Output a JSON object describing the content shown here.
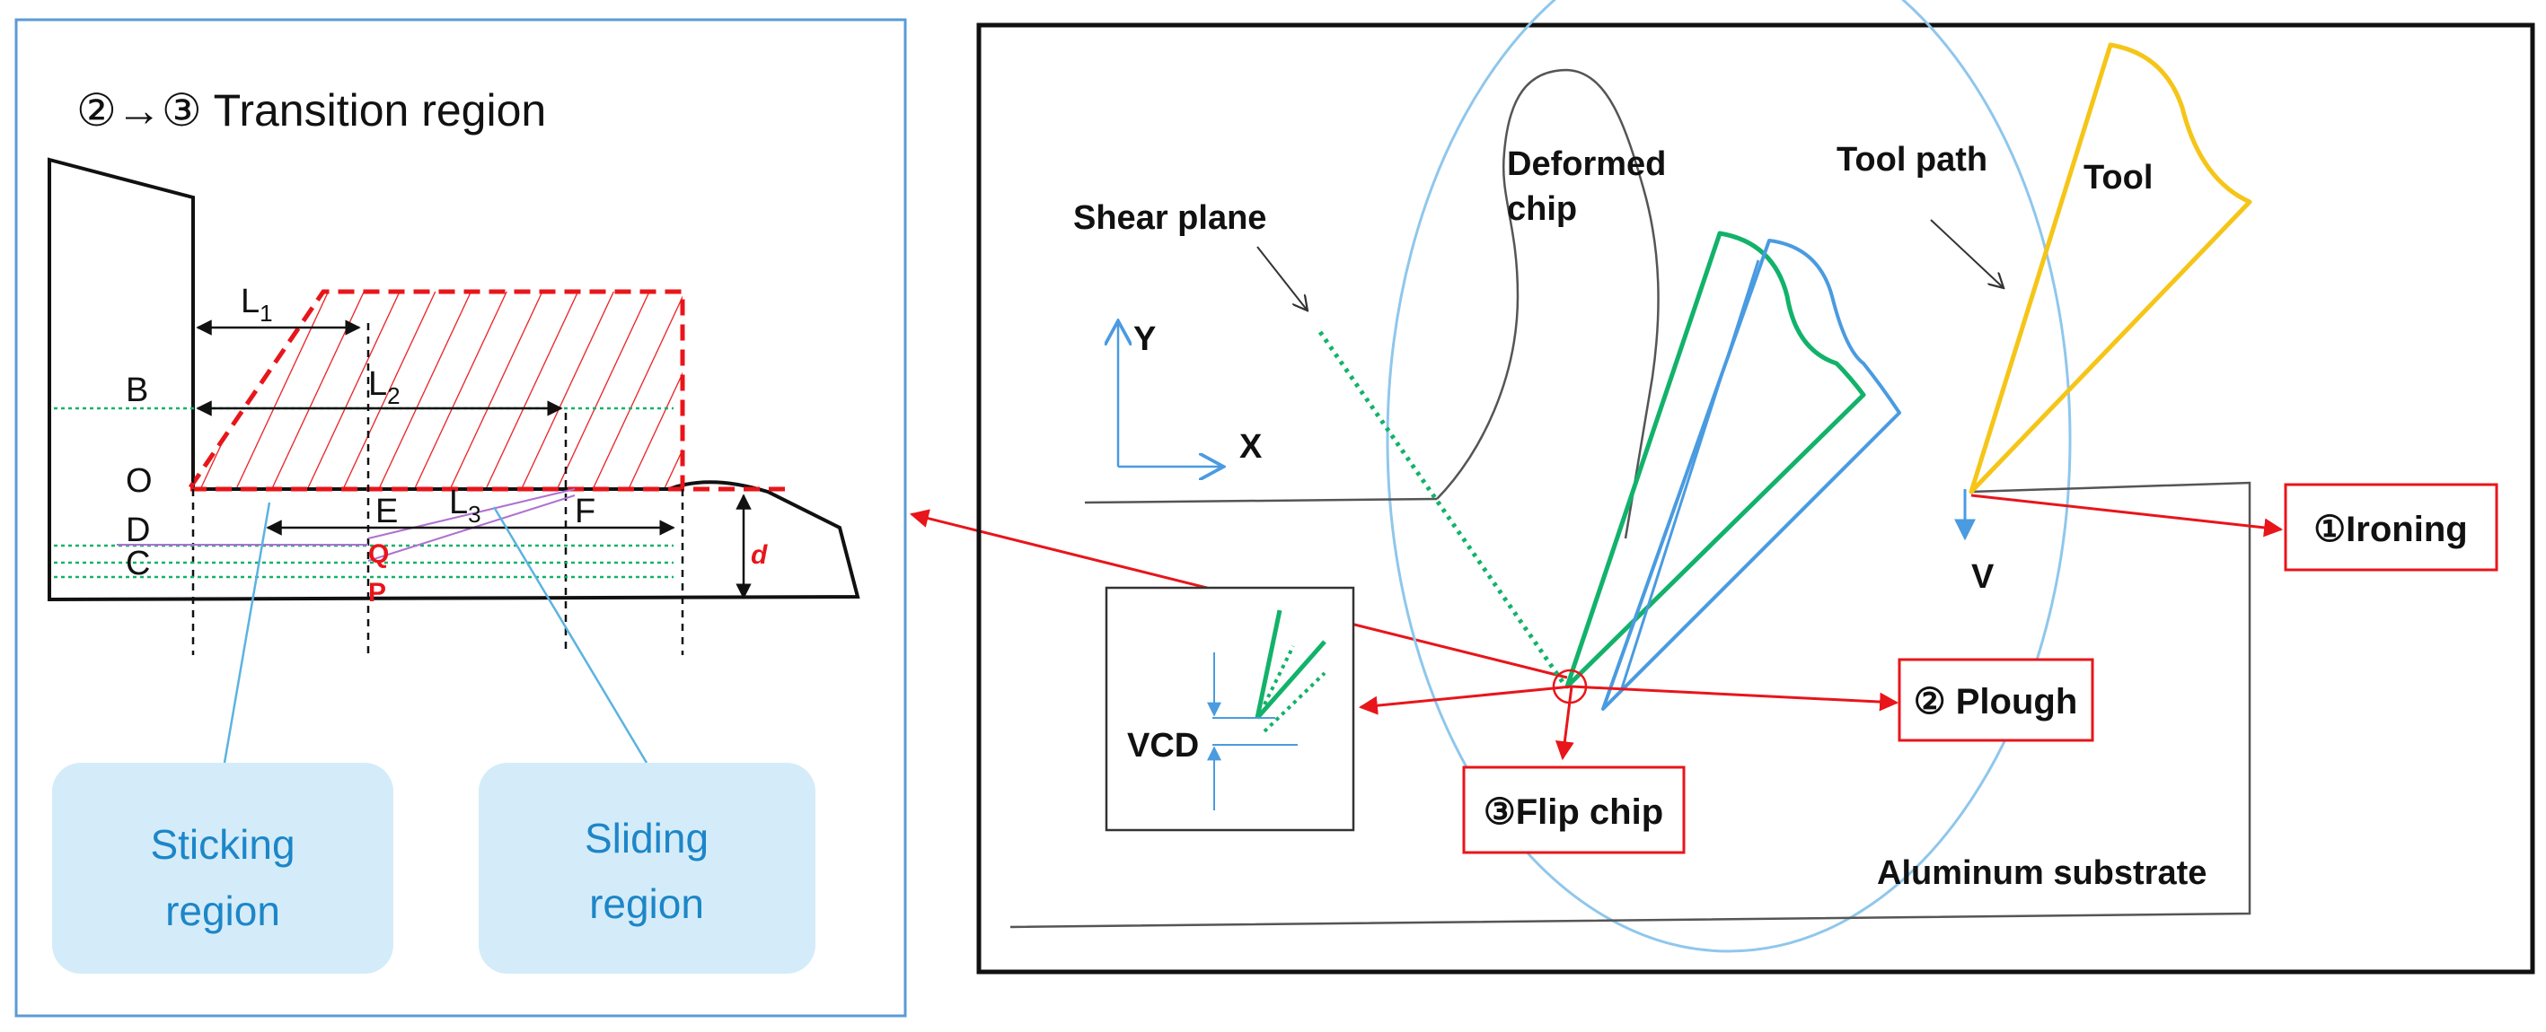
{
  "left_panel": {
    "title": "②→③ Transition region",
    "labels": {
      "L1": "L",
      "L1_sub": "1",
      "L2": "L",
      "L2_sub": "2",
      "L3": "L",
      "L3_sub": "3",
      "B": "B",
      "O": "O",
      "D": "D",
      "C": "C",
      "E": "E",
      "F": "F",
      "Q": "Q",
      "P": "P",
      "d": "d"
    },
    "bubbles": [
      {
        "line1": "Sticking",
        "line2": "region"
      },
      {
        "line1": "Sliding",
        "line2": "region"
      }
    ]
  },
  "right_panel": {
    "labels": {
      "shear_plane": "Shear plane",
      "deformed_1": "Deformed",
      "deformed_2": "chip",
      "tool_path": "Tool path",
      "tool": "Tool",
      "axis_y": "Y",
      "axis_x": "X",
      "v": "V",
      "vcd": "VCD",
      "substrate": "Aluminum substrate"
    },
    "boxes": {
      "ironing": "①Ironing",
      "plough": "② Plough",
      "flip_chip": "③Flip chip"
    }
  },
  "colors": {
    "frame_left": "#5b9bd5",
    "frame_right": "#111111",
    "red": "#e8151a",
    "green": "#12b26a",
    "blue": "#4a9be0",
    "light_blue": "#8fc7ec",
    "yellow": "#f5c518",
    "bubble_fill": "#d4ecf9",
    "bubble_text": "#1d86c8"
  }
}
